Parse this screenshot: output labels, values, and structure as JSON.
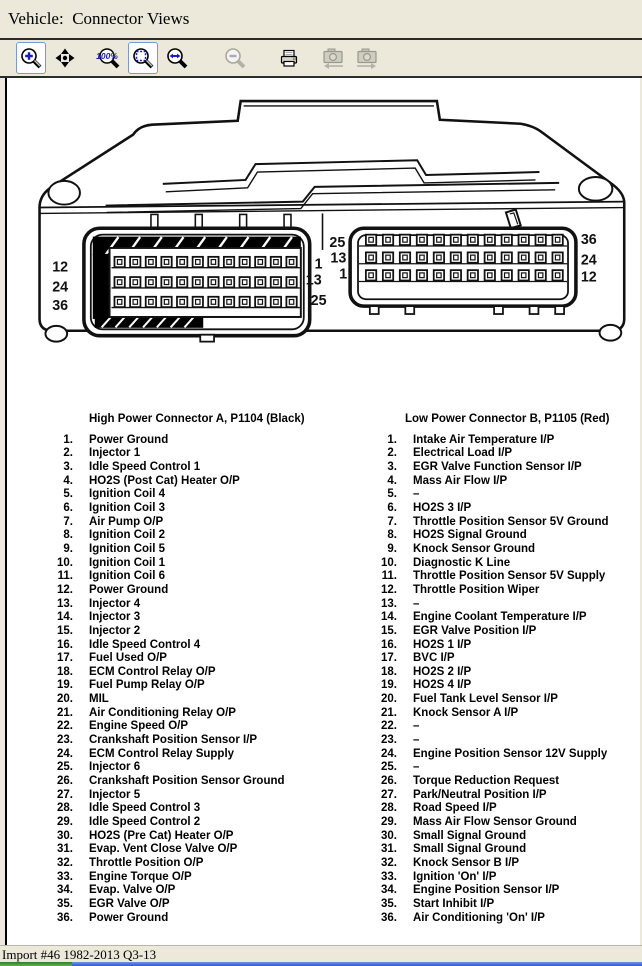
{
  "window": {
    "title": "Vehicle:  Connector Views"
  },
  "toolbar": {
    "buttons": [
      {
        "name": "zoom-in",
        "active": true,
        "enabled": true
      },
      {
        "name": "pan",
        "active": false,
        "enabled": true
      },
      {
        "name": "zoom-100",
        "active": false,
        "enabled": true
      },
      {
        "name": "zoom-fit",
        "active": true,
        "enabled": true
      },
      {
        "name": "zoom-width",
        "active": false,
        "enabled": true
      },
      {
        "name": "zoom-out",
        "active": false,
        "enabled": false
      },
      {
        "name": "print",
        "active": false,
        "enabled": true
      },
      {
        "name": "prev-view",
        "active": false,
        "enabled": false
      },
      {
        "name": "next-view",
        "active": false,
        "enabled": false
      }
    ]
  },
  "diagram": {
    "connector_a": {
      "left_labels": [
        "12",
        "24",
        "36"
      ],
      "right_labels": [
        "1",
        "13",
        "25"
      ]
    },
    "connector_b": {
      "left_labels": [
        "25",
        "13",
        "1"
      ],
      "right_labels": [
        "36",
        "24",
        "12"
      ]
    }
  },
  "pinouts": {
    "connector_a": {
      "title": "High Power Connector A, P1104 (Black)",
      "pins": [
        {
          "n": "1.",
          "label": "Power Ground"
        },
        {
          "n": "2.",
          "label": "Injector 1"
        },
        {
          "n": "3.",
          "label": "Idle Speed Control 1"
        },
        {
          "n": "4.",
          "label": "HO2S (Post Cat) Heater O/P"
        },
        {
          "n": "5.",
          "label": "Ignition Coil 4"
        },
        {
          "n": "6.",
          "label": "Ignition Coil 3"
        },
        {
          "n": "7.",
          "label": "Air Pump O/P"
        },
        {
          "n": "8.",
          "label": "Ignition Coil 2"
        },
        {
          "n": "9.",
          "label": "Ignition Coil 5"
        },
        {
          "n": "10.",
          "label": "Ignition Coil 1"
        },
        {
          "n": "11.",
          "label": "Ignition Coil 6"
        },
        {
          "n": "12.",
          "label": "Power Ground"
        },
        {
          "n": "13.",
          "label": "Injector 4"
        },
        {
          "n": "14.",
          "label": "Injector 3"
        },
        {
          "n": "15.",
          "label": "Injector 2"
        },
        {
          "n": "16.",
          "label": "Idle Speed Control 4"
        },
        {
          "n": "17.",
          "label": "Fuel Used O/P"
        },
        {
          "n": "18.",
          "label": "ECM Control Relay O/P"
        },
        {
          "n": "19.",
          "label": "Fuel Pump Relay O/P"
        },
        {
          "n": "20.",
          "label": "MIL"
        },
        {
          "n": "21.",
          "label": "Air Conditioning Relay O/P"
        },
        {
          "n": "22.",
          "label": "Engine Speed O/P"
        },
        {
          "n": "23.",
          "label": "Crankshaft Position Sensor I/P"
        },
        {
          "n": "24.",
          "label": "ECM Control Relay Supply"
        },
        {
          "n": "25.",
          "label": "Injector 6"
        },
        {
          "n": "26.",
          "label": "Crankshaft Position Sensor Ground"
        },
        {
          "n": "27.",
          "label": "Injector 5"
        },
        {
          "n": "28.",
          "label": "Idle Speed Control 3"
        },
        {
          "n": "29.",
          "label": "Idle Speed Control 2"
        },
        {
          "n": "30.",
          "label": "HO2S (Pre Cat) Heater O/P"
        },
        {
          "n": "31.",
          "label": "Evap. Vent Close Valve O/P"
        },
        {
          "n": "32.",
          "label": "Throttle Position O/P"
        },
        {
          "n": "33.",
          "label": "Engine Torque O/P"
        },
        {
          "n": "34.",
          "label": "Evap. Valve O/P"
        },
        {
          "n": "35.",
          "label": "EGR Valve O/P"
        },
        {
          "n": "36.",
          "label": "Power Ground"
        }
      ]
    },
    "connector_b": {
      "title": "Low Power Connector B, P1105 (Red)",
      "pins": [
        {
          "n": "1.",
          "label": "Intake Air Temperature I/P"
        },
        {
          "n": "2.",
          "label": "Electrical Load I/P"
        },
        {
          "n": "3.",
          "label": "EGR Valve Function Sensor I/P"
        },
        {
          "n": "4.",
          "label": "Mass Air Flow I/P"
        },
        {
          "n": "5.",
          "label": "–"
        },
        {
          "n": "6.",
          "label": "HO2S 3 I/P"
        },
        {
          "n": "7.",
          "label": "Throttle Position Sensor 5V Ground"
        },
        {
          "n": "8.",
          "label": "HO2S Signal Ground"
        },
        {
          "n": "9.",
          "label": "Knock Sensor Ground"
        },
        {
          "n": "10.",
          "label": "Diagnostic K Line"
        },
        {
          "n": "11.",
          "label": "Throttle Position Sensor 5V Supply"
        },
        {
          "n": "12.",
          "label": "Throttle Position Wiper"
        },
        {
          "n": "13.",
          "label": "–"
        },
        {
          "n": "14.",
          "label": "Engine Coolant Temperature I/P"
        },
        {
          "n": "15.",
          "label": "EGR Valve Position I/P"
        },
        {
          "n": "16.",
          "label": "HO2S 1 I/P"
        },
        {
          "n": "17.",
          "label": "BVC I/P"
        },
        {
          "n": "18.",
          "label": "HO2S 2 I/P"
        },
        {
          "n": "19.",
          "label": "HO2S 4 I/P"
        },
        {
          "n": "20.",
          "label": "Fuel Tank Level Sensor I/P"
        },
        {
          "n": "21.",
          "label": "Knock Sensor A I/P"
        },
        {
          "n": "22.",
          "label": "–"
        },
        {
          "n": "23.",
          "label": "–"
        },
        {
          "n": "24.",
          "label": "Engine Position Sensor 12V Supply"
        },
        {
          "n": "25.",
          "label": "–"
        },
        {
          "n": "26.",
          "label": "Torque Reduction Request"
        },
        {
          "n": "27.",
          "label": "Park/Neutral Position I/P"
        },
        {
          "n": "28.",
          "label": "Road Speed I/P"
        },
        {
          "n": "29.",
          "label": "Mass Air Flow Sensor Ground"
        },
        {
          "n": "30.",
          "label": "Small Signal Ground"
        },
        {
          "n": "31.",
          "label": "Small Signal Ground"
        },
        {
          "n": "32.",
          "label": "Knock Sensor B I/P"
        },
        {
          "n": "33.",
          "label": "Ignition 'On' I/P"
        },
        {
          "n": "34.",
          "label": "Engine Position Sensor I/P"
        },
        {
          "n": "35.",
          "label": "Start Inhibit I/P"
        },
        {
          "n": "36.",
          "label": "Air Conditioning 'On' I/P"
        }
      ]
    }
  },
  "status_bar": {
    "text": "Import #46 1982-2013 Q3-13"
  },
  "colors": {
    "window_bg": "#ece9da",
    "icon_blue": "#1a1acc",
    "taskbar_blue": "#2a5fd0",
    "start_green": "#3f9c3f"
  }
}
